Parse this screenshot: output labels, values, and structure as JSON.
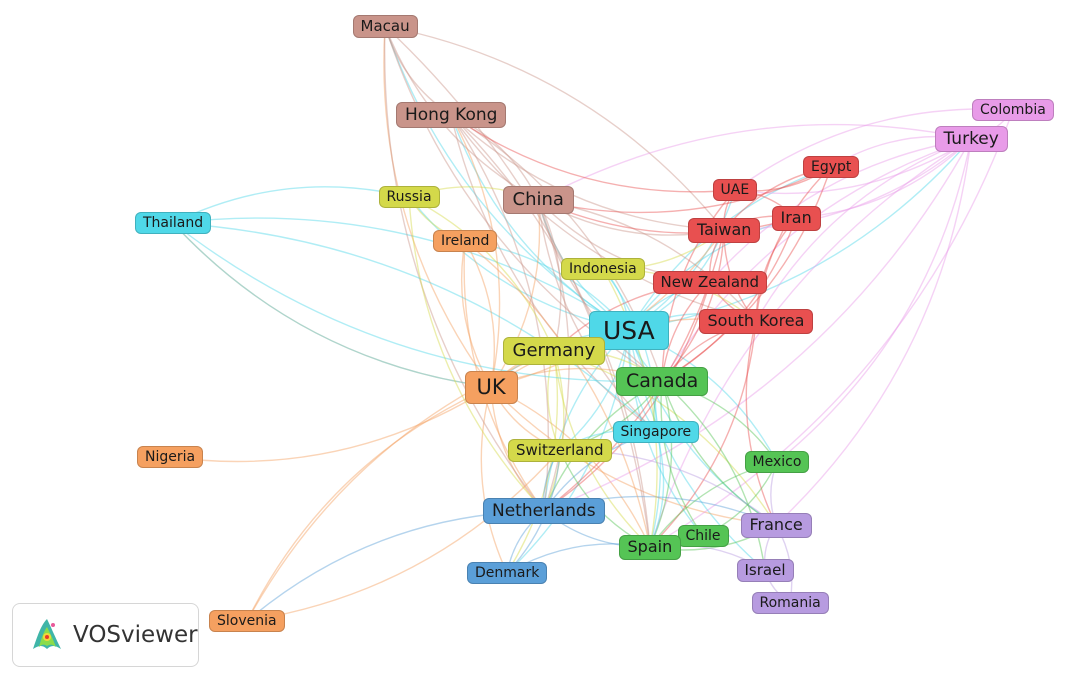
{
  "app": {
    "name": "VOSviewer"
  },
  "cluster_colors": {
    "brown": "#c9948a",
    "red": "#e85050",
    "pink": "#e89be8",
    "yellow": "#d4d94a",
    "orange": "#f5a060",
    "cyan": "#4fd8e8",
    "blue": "#5b9fd8",
    "green": "#55c455",
    "purple": "#b79be0"
  },
  "nodes": [
    {
      "id": "macau",
      "label": "Macau",
      "cluster": "brown"
    },
    {
      "id": "hong-kong",
      "label": "Hong Kong",
      "cluster": "brown"
    },
    {
      "id": "china",
      "label": "China",
      "cluster": "brown"
    },
    {
      "id": "colombia",
      "label": "Colombia",
      "cluster": "pink"
    },
    {
      "id": "turkey",
      "label": "Turkey",
      "cluster": "pink"
    },
    {
      "id": "egypt",
      "label": "Egypt",
      "cluster": "red"
    },
    {
      "id": "uae",
      "label": "UAE",
      "cluster": "red"
    },
    {
      "id": "iran",
      "label": "Iran",
      "cluster": "red"
    },
    {
      "id": "taiwan",
      "label": "Taiwan",
      "cluster": "red"
    },
    {
      "id": "russia",
      "label": "Russia",
      "cluster": "yellow"
    },
    {
      "id": "thailand",
      "label": "Thailand",
      "cluster": "cyan"
    },
    {
      "id": "ireland",
      "label": "Ireland",
      "cluster": "orange"
    },
    {
      "id": "indonesia",
      "label": "Indonesia",
      "cluster": "yellow"
    },
    {
      "id": "new-zealand",
      "label": "New Zealand",
      "cluster": "red"
    },
    {
      "id": "usa",
      "label": "USA",
      "cluster": "cyan"
    },
    {
      "id": "south-korea",
      "label": "South Korea",
      "cluster": "red"
    },
    {
      "id": "germany",
      "label": "Germany",
      "cluster": "yellow"
    },
    {
      "id": "canada",
      "label": "Canada",
      "cluster": "green"
    },
    {
      "id": "uk",
      "label": "UK",
      "cluster": "orange"
    },
    {
      "id": "singapore",
      "label": "Singapore",
      "cluster": "cyan"
    },
    {
      "id": "nigeria",
      "label": "Nigeria",
      "cluster": "orange"
    },
    {
      "id": "switzerland",
      "label": "Switzerland",
      "cluster": "yellow"
    },
    {
      "id": "mexico",
      "label": "Mexico",
      "cluster": "green"
    },
    {
      "id": "netherlands",
      "label": "Netherlands",
      "cluster": "blue"
    },
    {
      "id": "france",
      "label": "France",
      "cluster": "purple"
    },
    {
      "id": "chile",
      "label": "Chile",
      "cluster": "green"
    },
    {
      "id": "spain",
      "label": "Spain",
      "cluster": "green"
    },
    {
      "id": "israel",
      "label": "Israel",
      "cluster": "purple"
    },
    {
      "id": "denmark",
      "label": "Denmark",
      "cluster": "blue"
    },
    {
      "id": "romania",
      "label": "Romania",
      "cluster": "purple"
    },
    {
      "id": "slovenia",
      "label": "Slovenia",
      "cluster": "orange"
    }
  ]
}
